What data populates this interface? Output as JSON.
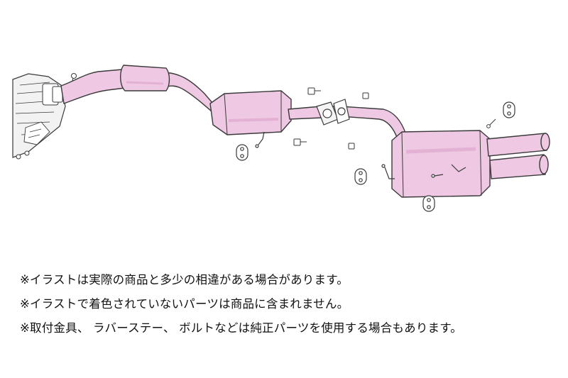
{
  "colors": {
    "pipe_fill": "#efc8e3",
    "pipe_shade": "#e2b1d3",
    "outline": "#3a3a3a",
    "engine_fill": "#f2f2f2",
    "text": "#111111"
  },
  "notes": [
    "※イラストは実際の商品と多少の相違がある場合があります。",
    "※イラストで着色されていないパーツは商品に含まれません。",
    "※取付金具、 ラバーステー、 ボルトなどは純正パーツを使用する場合もあります。"
  ]
}
